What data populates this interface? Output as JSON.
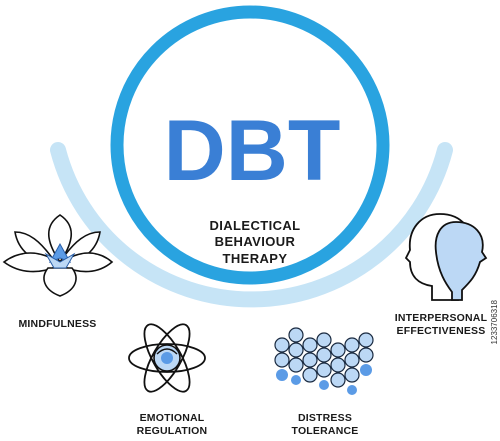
{
  "center": {
    "acronym": "DBT",
    "subtitle": "DIALECTICAL\nBEHAVIOUR\nTHERAPY"
  },
  "skills": [
    {
      "label": "MINDFULNESS",
      "icon": "lotus-flower-icon"
    },
    {
      "label": "EMOTIONAL\nREGULATION",
      "icon": "atom-orbit-icon"
    },
    {
      "label": "DISTRESS\nTOLERANCE",
      "icon": "bubble-stack-icon"
    },
    {
      "label": "INTERPERSONAL\nEFFECTIVENESS",
      "icon": "two-heads-icon"
    }
  ],
  "watermark": "1233706318",
  "colors": {
    "ring": "#29a3e0",
    "arc": "#c6e4f6",
    "acronym": "#3a7fd5",
    "icon_fill": "#bcd8f5",
    "icon_fill_dark": "#5b9be6",
    "outline": "#111111"
  }
}
